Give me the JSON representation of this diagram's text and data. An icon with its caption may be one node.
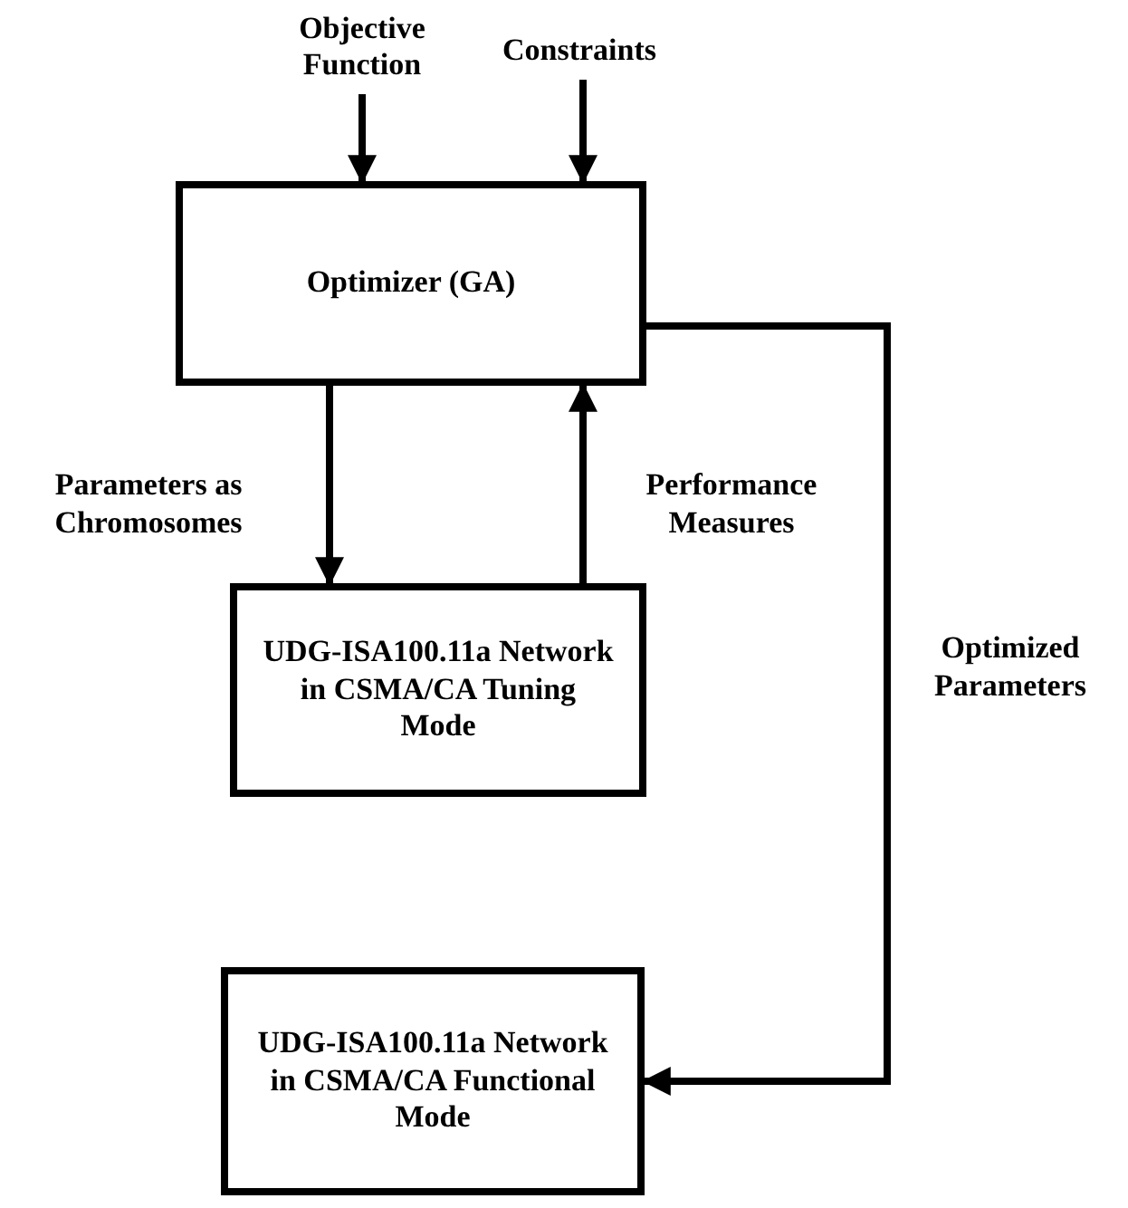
{
  "diagram": {
    "nodes": [
      {
        "text": [
          "Objective Function"
        ]
      },
      {
        "text": [
          "Constraints"
        ]
      },
      {
        "text": [
          "Optimizer (GA)"
        ]
      },
      {
        "text": [
          "UDG-ISA100.11a Network in CSMA/CA Tuning Mode"
        ]
      },
      {
        "text": [
          "UDG-ISA100.11a Network in CSMA/CA Functional Mode"
        ]
      }
    ],
    "edges": [
      {
        "from": 0,
        "to": 2,
        "arrow": "to"
      },
      {
        "from": 1,
        "to": 2,
        "arrow": "to"
      },
      {
        "from": 2,
        "to": 3,
        "arrow": "to",
        "label": "Parameters as Chromosomes"
      },
      {
        "from": 3,
        "to": 2,
        "arrow": "to",
        "label": "Performance Measures"
      },
      {
        "from": 2,
        "to": 4,
        "arrow": "to",
        "label": "Optimized Parameters"
      }
    ]
  }
}
